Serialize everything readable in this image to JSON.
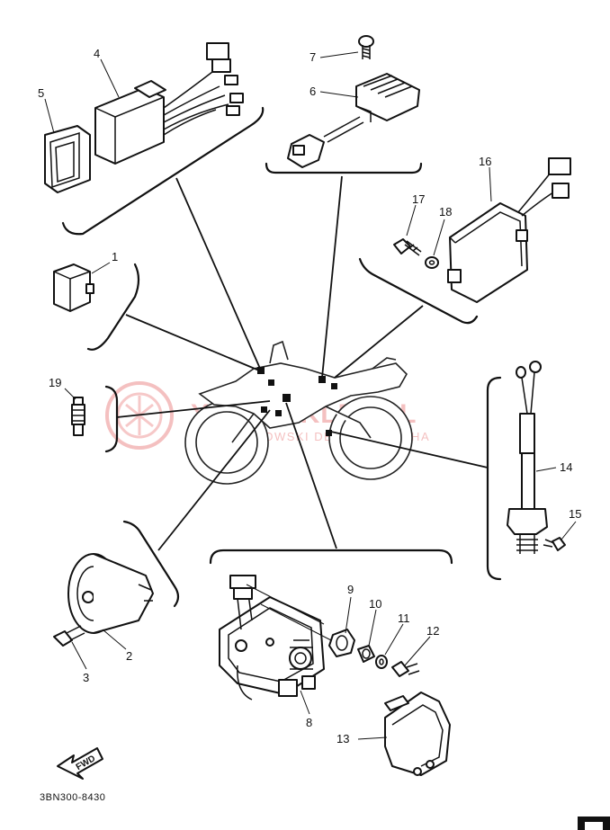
{
  "callouts": {
    "p1": "1",
    "p2": "2",
    "p3": "3",
    "p4": "4",
    "p5": "5",
    "p6": "6",
    "p7": "7",
    "p8": "8",
    "p9": "9",
    "p10": "10",
    "p11": "11",
    "p12": "12",
    "p13": "13",
    "p14": "14",
    "p15": "15",
    "p16": "16",
    "p17": "17",
    "p18": "18",
    "p19": "19"
  },
  "drawing_code": "3BN300-8430",
  "fwd_label": "FWD",
  "watermark": {
    "main": "YAMA-SKLEP.PL",
    "sub": "WOJCIECHOWSKI  DEALER YAMAHA",
    "color": "#e04a4a"
  }
}
